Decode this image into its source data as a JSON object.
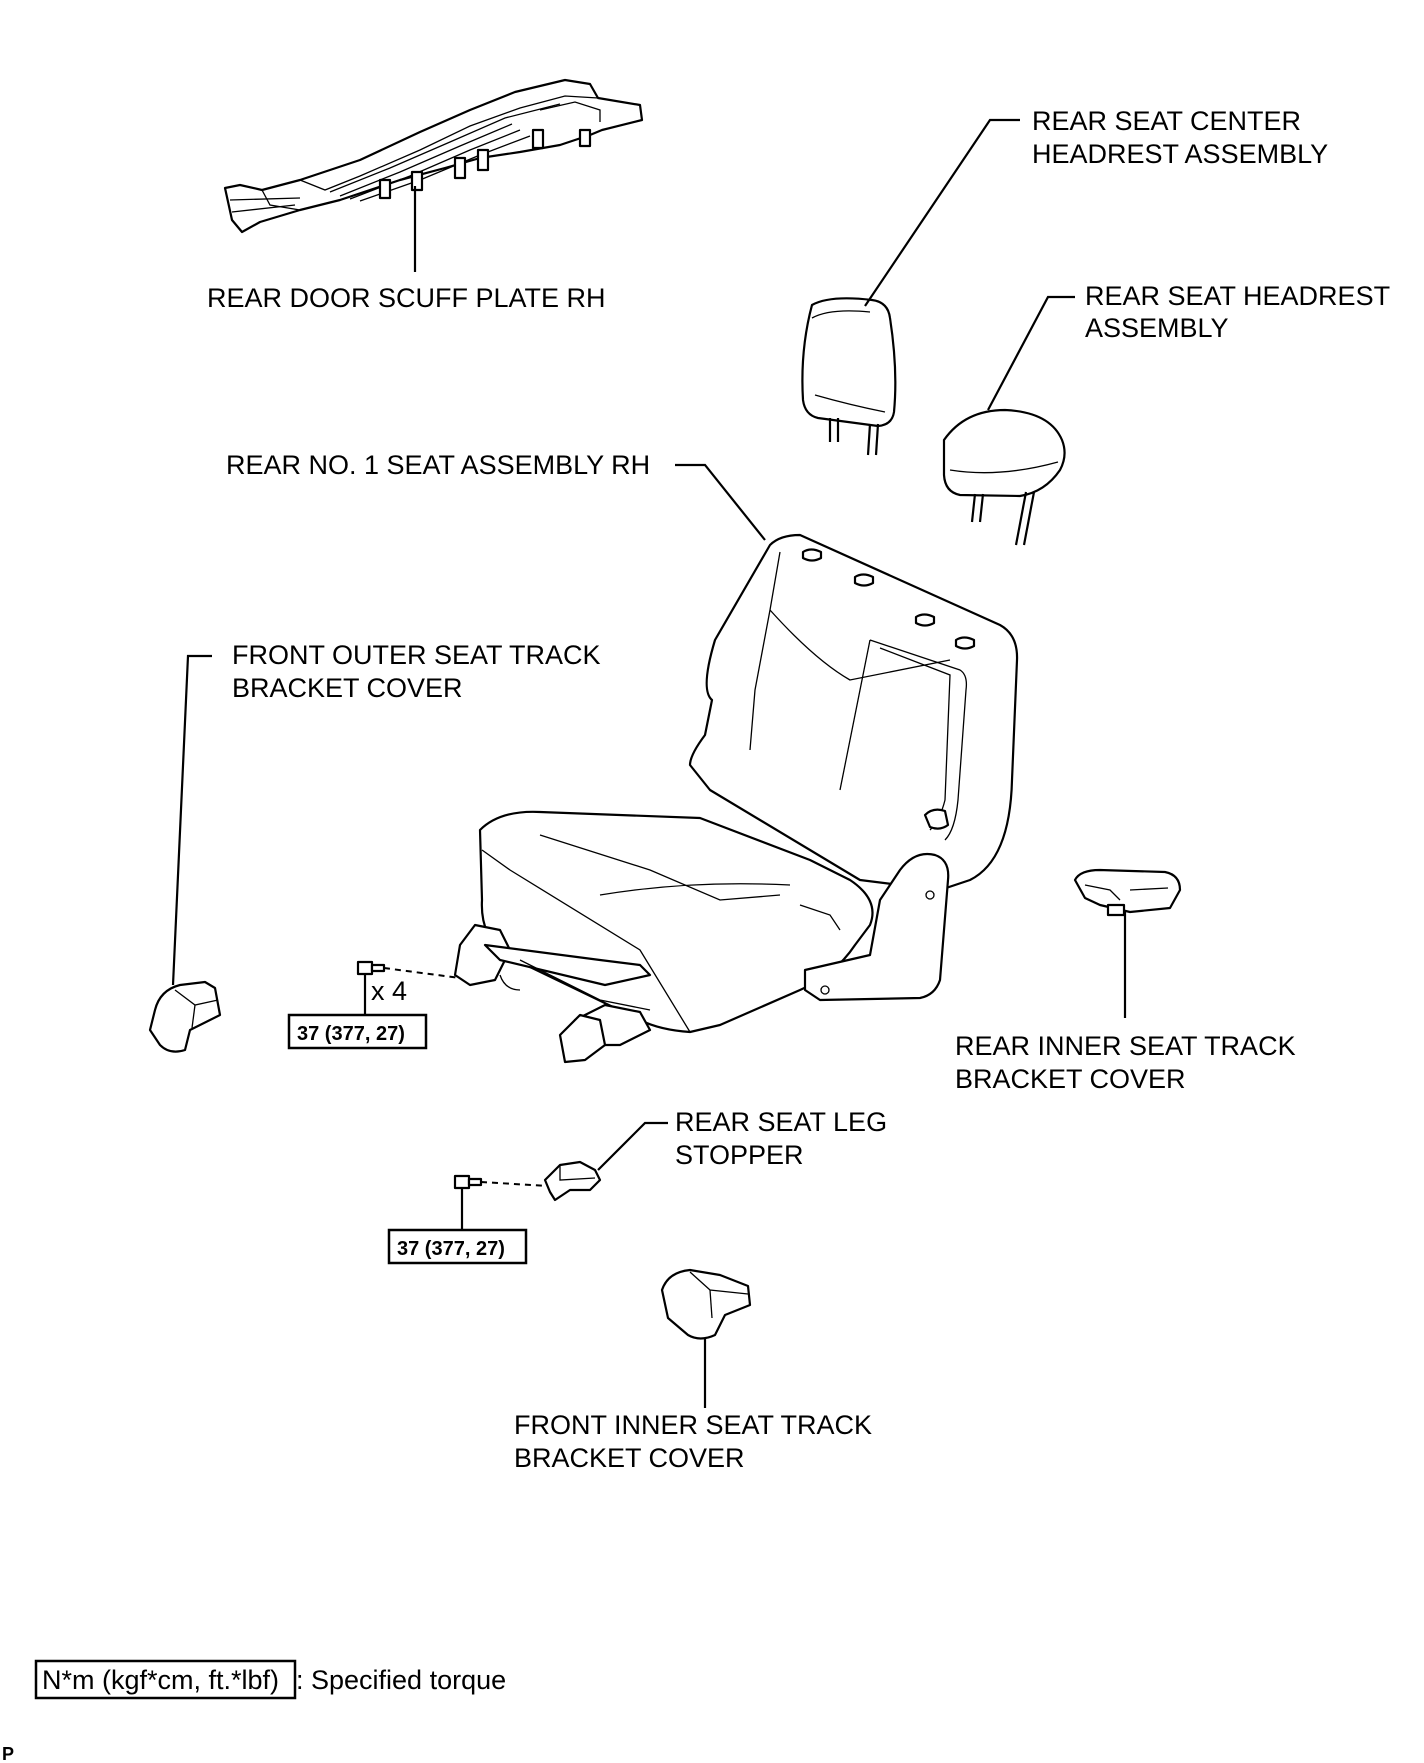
{
  "labels": {
    "scuff_plate": "REAR DOOR SCUFF PLATE RH",
    "center_headrest_1": "REAR SEAT CENTER",
    "center_headrest_2": "HEADREST ASSEMBLY",
    "headrest_1": "REAR SEAT HEADREST",
    "headrest_2": "ASSEMBLY",
    "seat_assembly": "REAR NO. 1 SEAT ASSEMBLY RH",
    "front_outer_cover_1": "FRONT OUTER SEAT TRACK",
    "front_outer_cover_2": "BRACKET COVER",
    "rear_inner_cover_1": "REAR INNER SEAT TRACK",
    "rear_inner_cover_2": "BRACKET COVER",
    "leg_stopper_1": "REAR SEAT LEG",
    "leg_stopper_2": "STOPPER",
    "front_inner_cover_1": "FRONT INNER SEAT TRACK",
    "front_inner_cover_2": "BRACKET COVER",
    "bolt_count": "x 4"
  },
  "torque": {
    "seat_bolts": "37 (377, 27)",
    "leg_stopper_bolt": "37 (377, 27)"
  },
  "legend": {
    "unit": "N*m (kgf*cm, ft.*lbf)",
    "description": ": Specified torque"
  },
  "page_code": "P"
}
